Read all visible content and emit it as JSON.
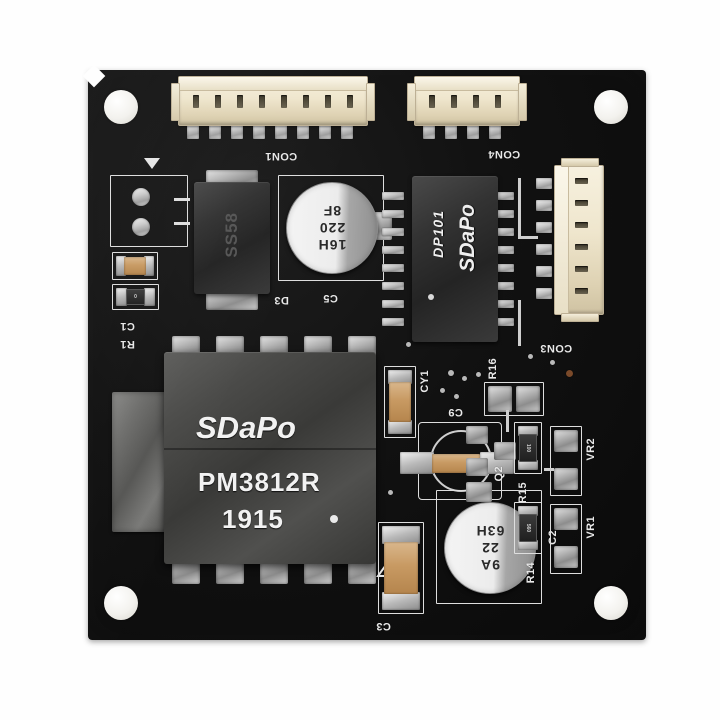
{
  "board": {
    "name": "sdapo-poe-module-pcb",
    "solder_mask_color": "#111111",
    "silkscreen_color": "#e9e9e9",
    "background_color": "#ffffff"
  },
  "main_components": {
    "transformer": {
      "brand": "SDaPo",
      "part_number": "PM3812R",
      "date_code": "1915"
    },
    "ic": {
      "brand": "SDaPo",
      "part_number": "DP101"
    },
    "diode": {
      "marking": "SS58",
      "ref": "D3"
    },
    "cap_c5": {
      "line1": "16H",
      "line2": "220",
      "line3": "8F",
      "ref": "C5"
    },
    "cap_c2": {
      "line1": "9A",
      "line2": "22",
      "line3": "63H",
      "ref": "C2"
    }
  },
  "connectors": [
    {
      "ref": "CON1",
      "pins": 8
    },
    {
      "ref": "CON4",
      "pins": 4
    },
    {
      "ref": "CON3",
      "pins": 6
    }
  ],
  "silkscreen_labels": {
    "con1": "CON1",
    "con3": "CON3",
    "con4": "CON4",
    "r1": "R1",
    "c1": "C1",
    "d3": "D3",
    "c5": "C5",
    "cy1": "CY1",
    "c9": "C9",
    "c3": "C3",
    "c2": "C2",
    "q2": "Q2",
    "r14": "R14",
    "r15": "R15",
    "r16": "R16",
    "vr1": "VR1",
    "vr2": "VR2"
  },
  "resistor_codes": {
    "r15": "100",
    "r14": "560"
  }
}
